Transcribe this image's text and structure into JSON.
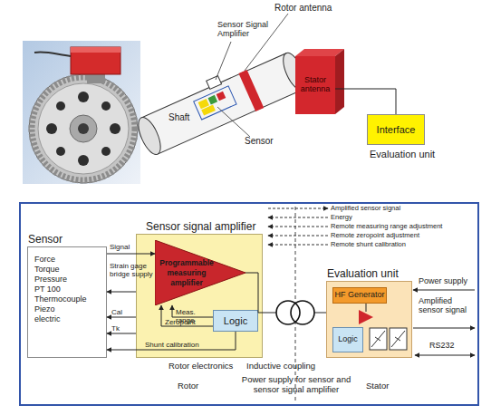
{
  "diagram": {
    "nodes": [
      {
        "text": [
          "Stator antenna"
        ]
      },
      {
        "text": [
          "Interface",
          "Evaluation unit"
        ]
      },
      {
        "text": [
          "Sensor",
          "Force Torque Pressure PT 100 Thermocouple Piezo electric"
        ]
      },
      {
        "text": [
          "Sensor signal amplifier"
        ]
      },
      {
        "text": [
          "Programmable measuring amplifier"
        ],
        "in": 3
      },
      {
        "text": [
          "Logic"
        ],
        "in": 3
      },
      {
        "text": [
          "Evaluation unit"
        ]
      },
      {
        "text": [
          "HF Generator"
        ],
        "in": 6
      },
      {
        "text": [
          "Logic"
        ],
        "in": 6
      }
    ],
    "edges": [
      {
        "from": 0,
        "to": 1,
        "arrow": "none"
      },
      {
        "from": 2,
        "to": 4,
        "label": "Signal",
        "arrow": "to"
      },
      {
        "from": 3,
        "to": 2,
        "label": "Strain gage bridge supply",
        "arrow": "to"
      },
      {
        "from": 3,
        "to": 2,
        "label": "Cal",
        "arrow": "to"
      },
      {
        "from": 3,
        "to": 2,
        "label": "Tk",
        "arrow": "to"
      },
      {
        "from": 5,
        "to": 4,
        "label": "Meas. range",
        "arrow": "to"
      },
      {
        "from": 5,
        "to": 4,
        "label": "Zeropoint",
        "arrow": "to"
      },
      {
        "from": 5,
        "to": 2,
        "label": "Shunt calibration",
        "arrow": "to"
      },
      {
        "from": 3,
        "to": 6,
        "arrow": "none"
      }
    ],
    "labels": [
      "Rotor antenna",
      "Sensor Signal Amplifier",
      "Shaft",
      "Sensor",
      "Amplified sensor signal",
      "Energy",
      "Remote measuring range adjustment",
      "Remote zeropoint adjustment",
      "Remote shunt calibration",
      "Power supply",
      "Amplified sensor signal",
      "RS232",
      "Rotor electronics",
      "Inductive coupling",
      "Rotor",
      "Power supply for sensor and sensor signal amplifier",
      "Stator"
    ]
  }
}
